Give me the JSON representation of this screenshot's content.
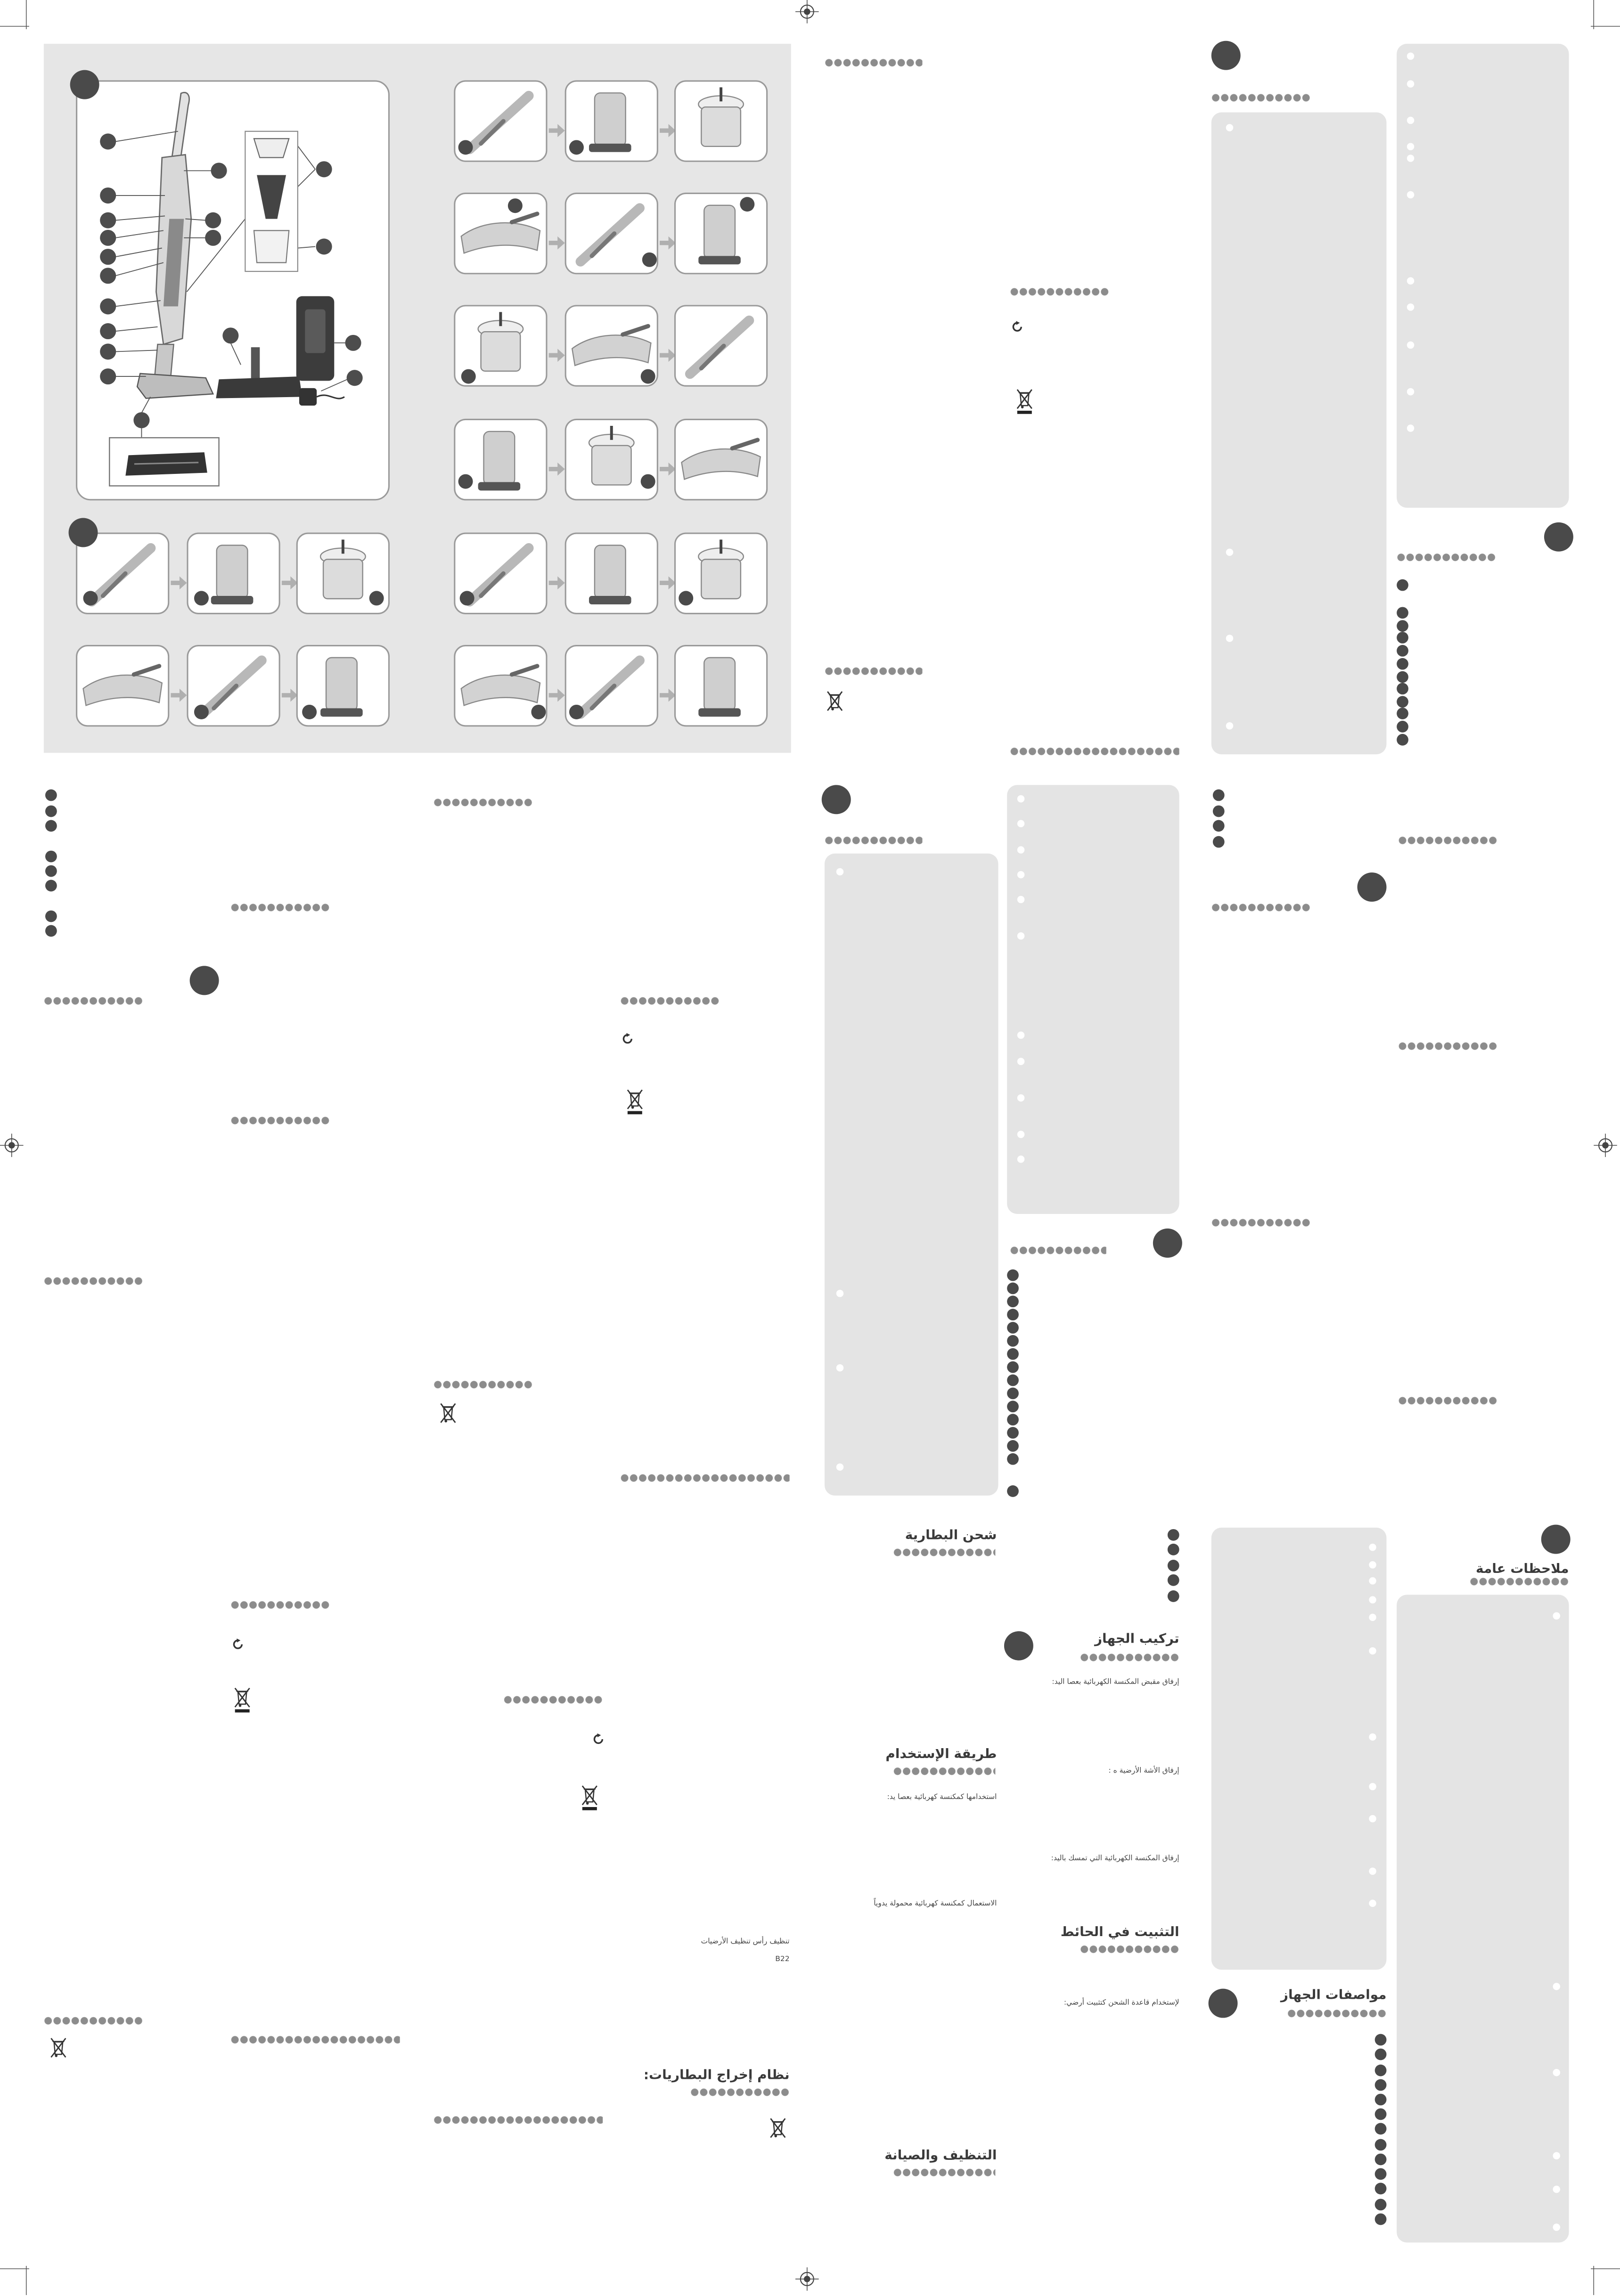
{
  "sheet": {
    "battery_charging": {
      "heading": "شحن البطارية"
    },
    "usage": {
      "heading": "طريقة الإستخدام",
      "stick_mode": "استخدامها كمكنسة كهربائية بعصا يد:",
      "handheld_mode": "الاستعمال كمكنسة كهربائية محمولة يدوياً"
    },
    "floor_head_cleaning": {
      "label": "تنظيف رأس تنظيف الأرضيات",
      "code": "B22"
    },
    "battery_removal": {
      "heading": "نظام إخراج البطاريات:"
    },
    "cleaning": {
      "heading": "التنظيف والصيانة"
    },
    "assembly": {
      "heading": "تركيب الجهاز",
      "step_stick": "إرفاق مقبض المكنسة الكهربائية بعصا اليد:",
      "step_floor_brush": "إرفاق الأشة الأرضية ه :",
      "step_handheld": "إرفاق المكنسة الكهربائية التي تمسك باليد:"
    },
    "wall_mounting": {
      "heading": "التثبيت في الحائط",
      "floor_stand": "لإستخدام قاعدة الشحن كتثبيت أرضي:"
    },
    "specifications": {
      "heading": "مواصفات الجهاز"
    },
    "general_notes": {
      "heading": "ملاحظات عامة"
    }
  },
  "icons": {
    "recycling": "recycling-icon",
    "disposal": "weee-crossed-bin-icon",
    "registration": "registration-mark-icon",
    "arrow": "step-arrow-icon"
  },
  "colors": {
    "panel": "#e6e6e6",
    "box": "#e4e4e4",
    "marker": "#4a4a4a",
    "dots": "#8c8c8c",
    "heading": "#3a3a3a"
  }
}
